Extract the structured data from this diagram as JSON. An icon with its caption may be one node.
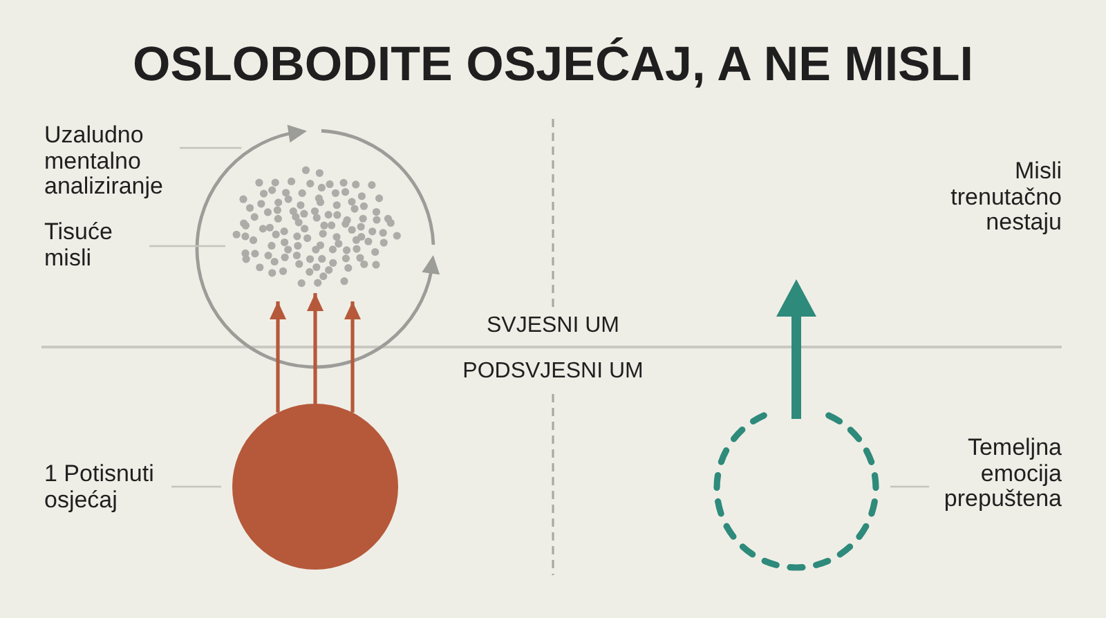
{
  "diagram": {
    "title": "OSLOBODITE OSJEĆAJ, A NE MISLI",
    "nodes": [
      {
        "text": [
          "Uzaludno mentalno analiziranje"
        ]
      },
      {
        "text": [],
        "shape": "circle"
      },
      {
        "text": [],
        "shape": "picture",
        "in": 1
      },
      {
        "text": [
          "Tisuće misli"
        ]
      },
      {
        "text": [
          "1 Potisnuti osjećaj"
        ]
      },
      {
        "text": [],
        "shape": "circle"
      },
      {
        "text": [],
        "shape": "circle"
      },
      {
        "text": [
          "Temeljna emocija prepuštena"
        ]
      }
    ],
    "edges": [
      {
        "from": 0,
        "to": 1,
        "arrow": "none"
      },
      {
        "from": 3,
        "to": 2,
        "arrow": "none"
      },
      {
        "from": 5,
        "to": 2,
        "arrow": "to",
        "color": "#b5593a"
      },
      {
        "from": 5,
        "to": 2,
        "arrow": "to",
        "color": "#b5593a"
      },
      {
        "from": 5,
        "to": 2,
        "arrow": "to",
        "color": "#b5593a"
      },
      {
        "from": 4,
        "to": 5,
        "arrow": "none"
      },
      {
        "from": 6,
        "to": null,
        "arrow": "to",
        "style": "thick",
        "color": "#2e8a7b"
      },
      {
        "from": 7,
        "to": 6,
        "arrow": "none"
      }
    ],
    "labels": [
      "Misli trenutačno nestaju",
      "SVJESNI UM",
      "PODSVJESNI UM"
    ]
  }
}
